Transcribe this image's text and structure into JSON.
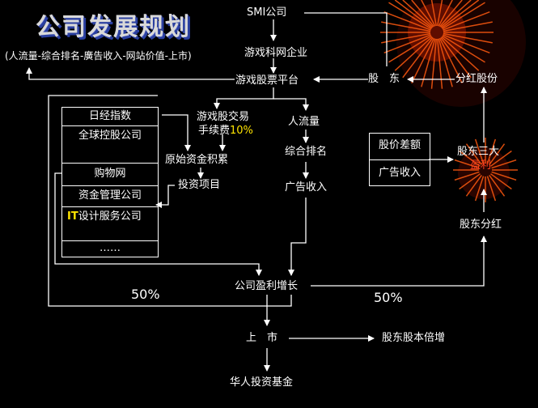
{
  "title": "公司发展规划",
  "nodes": {
    "smi": "SMI公司",
    "value_chain": "(人流量-综合排名-廣告收入-网站价值-上市)",
    "game_company": "游戏科网企业",
    "platform": "游戏股票平台",
    "shareholders": "股　东",
    "dividend_shares": "分红股份",
    "trading_fee_l1": "游戏股交易",
    "trading_fee_l2_prefix": "手续费",
    "trading_fee_l2_value": "10%",
    "traffic": "人流量",
    "ranking": "综合排名",
    "ad_income": "广告收入",
    "capital": "原始资金积累",
    "investment": "投资项目",
    "price_diff": "股价差额",
    "ad_income_box": "广告收入",
    "profit_l1": "股东三大",
    "profit_l2": "盈利",
    "sh_dividend": "股东分红",
    "growth": "公司盈利增长",
    "pct_left": "50%",
    "pct_right": "50%",
    "listing": "上　市",
    "share_double": "股东股本倍增",
    "fund": "华人投资基金"
  },
  "companies": [
    {
      "label": "日经指数"
    },
    {
      "label": "全球控股公司"
    },
    {
      "label": "购物网"
    },
    {
      "label": "资金管理公司"
    },
    {
      "prefix": "IT",
      "label": "设计服务公司"
    },
    {
      "label": "……"
    }
  ],
  "colors": {
    "background": "#000000",
    "text": "#ffffff",
    "highlight": "#ffe400",
    "title_shadow": "#2a3fa0"
  }
}
